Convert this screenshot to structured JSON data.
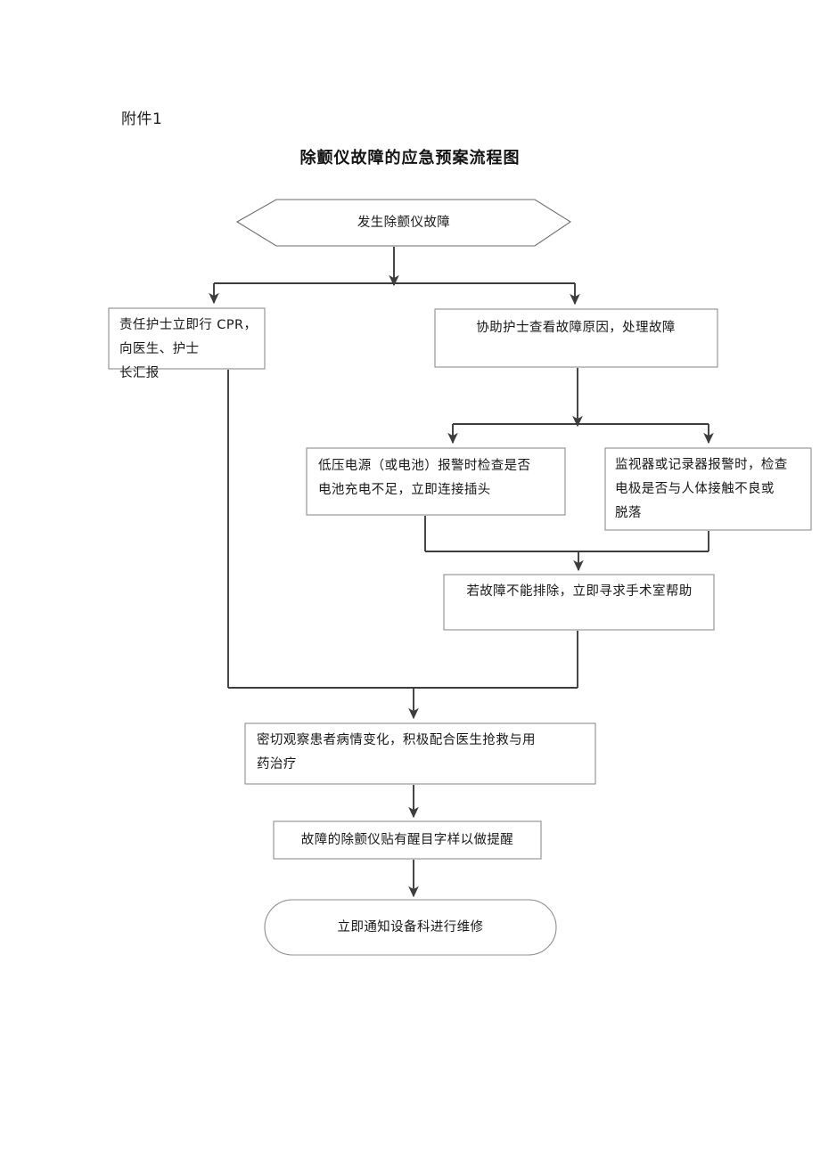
{
  "page": {
    "attachment_label": "附件1",
    "title": "除颤仪故障的应急预案流程图",
    "background_color": "#ffffff",
    "line_color": "#4a4a4a",
    "text_color": "#181818"
  },
  "flowchart": {
    "type": "flowchart",
    "orientation": "top-to-bottom",
    "nodes": [
      {
        "id": "start",
        "shape": "hexagon",
        "text": "发生除颤仪故障"
      },
      {
        "id": "cpr",
        "shape": "rectangle",
        "text": "责任护士立即行 CPR，向医生、护士长汇报"
      },
      {
        "id": "assist",
        "shape": "rectangle",
        "text": "协助护士查看故障原因，处理故障"
      },
      {
        "id": "lowpower",
        "shape": "rectangle",
        "text": "低压电源（或电池）报警时检查是否电池充电不足，立即连接插头"
      },
      {
        "id": "monitor",
        "shape": "rectangle",
        "text": "监视器或记录器报警时，检查电极是否与人体接触不良或脱落"
      },
      {
        "id": "unresolved",
        "shape": "rectangle",
        "text": "若故障不能排除，立即寻求手术室帮助"
      },
      {
        "id": "observe",
        "shape": "rectangle",
        "text": "密切观察患者病情变化，积极配合医生抢救与用药治疗"
      },
      {
        "id": "label-device",
        "shape": "rectangle",
        "text": "故障的除颤仪贴有醒目字样以做提醒"
      },
      {
        "id": "notify",
        "shape": "rounded-terminal",
        "text": "立即通知设备科进行维修"
      }
    ],
    "edges": [
      {
        "from": "start",
        "to": "cpr",
        "style": "elbow-split-left"
      },
      {
        "from": "start",
        "to": "assist",
        "style": "elbow-split-right"
      },
      {
        "from": "assist",
        "to": "lowpower",
        "style": "elbow-split-left"
      },
      {
        "from": "assist",
        "to": "monitor",
        "style": "elbow-split-right"
      },
      {
        "from": "lowpower",
        "to": "unresolved",
        "style": "elbow-merge"
      },
      {
        "from": "monitor",
        "to": "unresolved",
        "style": "elbow-merge"
      },
      {
        "from": "cpr",
        "to": "observe",
        "style": "elbow-merge-long-left"
      },
      {
        "from": "unresolved",
        "to": "observe",
        "style": "elbow-merge-right"
      },
      {
        "from": "observe",
        "to": "label-device",
        "style": "straight"
      },
      {
        "from": "label-device",
        "to": "notify",
        "style": "straight"
      }
    ]
  },
  "node_lines": {
    "start": [
      "发生除颤仪故障"
    ],
    "cpr": [
      "责任护士立即行 CPR，向医生、护士",
      "长汇报"
    ],
    "assist": [
      "协助护士查看故障原因，处理故障"
    ],
    "lowpower": [
      "低压电源（或电池）报警时检查是否",
      "电池充电不足，立即连接插头"
    ],
    "monitor": [
      "监视器或记录器报警时，检查",
      "电极是否与人体接触不良或",
      "脱落"
    ],
    "unresolved": [
      "若故障不能排除，立即寻求手术室帮助"
    ],
    "observe": [
      "密切观察患者病情变化，积极配合医生抢救与用",
      "药治疗"
    ],
    "label_device": [
      "故障的除颤仪贴有醒目字样以做提醒"
    ],
    "notify": [
      "立即通知设备科进行维修"
    ]
  }
}
